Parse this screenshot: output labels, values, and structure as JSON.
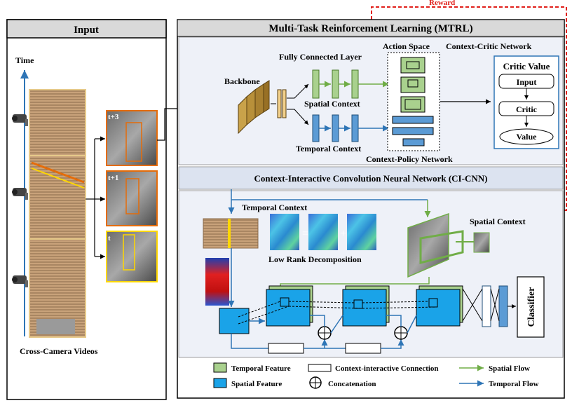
{
  "reward_label": "Reward",
  "input_panel": {
    "title": "Input",
    "time_label": "Time",
    "frame_labels": [
      "t+3",
      "t+1",
      "t"
    ],
    "caption": "Cross-Camera Videos"
  },
  "mtrl": {
    "title": "Multi-Task Reinforcement Learning (MTRL)",
    "backbone": "Backbone",
    "fully_connected": "Fully Connected Layer",
    "action_space": "Action Space",
    "context_critic": "Context-Critic Network",
    "spatial_context": "Spatial Context",
    "temporal_context": "Temporal Context",
    "context_policy": "Context-Policy Network",
    "critic_title": "Critic Value",
    "critic_input": "Input",
    "critic_mid": "Critic",
    "critic_value": "Value"
  },
  "cicnn": {
    "title": "Context-Interactive Convolution Neural Network (CI-CNN)",
    "temporal_context": "Temporal Context",
    "spatial_context": "Spatial  Context",
    "low_rank": "Low Rank Decomposition",
    "classifier": "Classifier"
  },
  "legend": {
    "temporal_feature": "Temporal Feature",
    "context_connection": "Context-interactive Connection",
    "spatial_flow": "Spatial  Flow",
    "spatial_feature": "Spatial Feature",
    "concatenation": "Concatenation",
    "temporal_flow": "Temporal Flow"
  },
  "colors": {
    "reward": "#e0201b",
    "spatial_flow": "#70ad47",
    "temporal_flow": "#2e75b6",
    "temporal_feature": "#a9d18e",
    "spatial_feature": "#1aa3e8",
    "panel_bg": "#eef1f8",
    "header_bg": "#d9d9d9",
    "frame_border": "#e46c0a",
    "frame_highlight": "#ffd700"
  }
}
